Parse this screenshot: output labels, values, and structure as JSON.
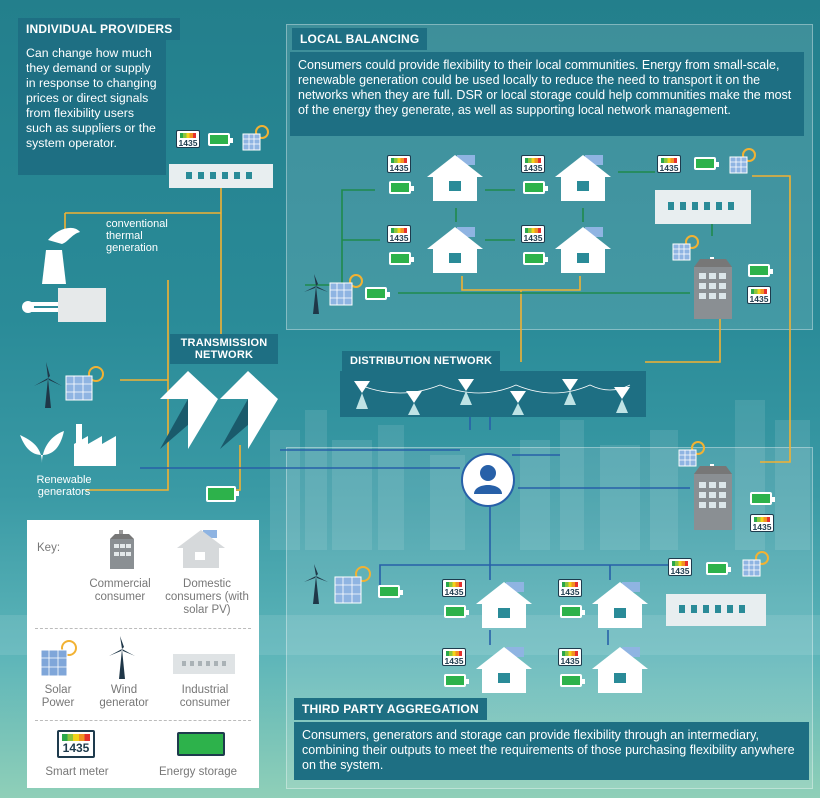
{
  "sections": {
    "individual_providers": {
      "title": "INDIVIDUAL PROVIDERS",
      "text": "Can change how much they demand or supply in response to changing prices or direct signals from flexibility users such as suppliers or the system operator."
    },
    "local_balancing": {
      "title": "LOCAL BALANCING",
      "text": "Consumers could provide flexibility to their local communities. Energy from small-scale, renewable generation could be used locally to reduce the need to transport it on the networks when they are full. DSR or local storage could help communities make the most of the energy they generate, as well as supporting local network management."
    },
    "third_party_aggregation": {
      "title": "THIRD PARTY AGGREGATION",
      "text": "Consumers, generators and storage can provide flexibility through an intermediary, combining their outputs to meet the requirements of those purchasing flexibility anywhere on the system."
    }
  },
  "labels": {
    "conventional": "conventional thermal generation",
    "transmission": "TRANSMISSION NETWORK",
    "distribution": "DISTRIBUTION NETWORK",
    "renewable": "Renewable generators"
  },
  "meter_value": "1435",
  "key": {
    "title": "Key:",
    "commercial": "Commercial consumer",
    "domestic": "Domestic consumers (with solar PV)",
    "solar": "Solar Power",
    "wind": "Wind generator",
    "industrial": "Industrial consumer",
    "smart_meter": "Smart meter",
    "storage": "Energy storage"
  },
  "colors": {
    "background": "#2a8b98",
    "title_bg": "#1e6f83",
    "green_line": "#1f8a4c",
    "blue_line": "#2760a8",
    "yellow_line": "#f2b233",
    "battery": "#2db24b"
  }
}
